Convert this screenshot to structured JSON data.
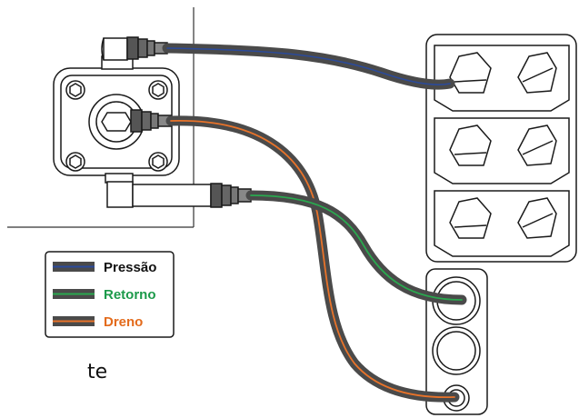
{
  "legend": {
    "items": [
      {
        "label": "Pressão",
        "text_color": "#111111",
        "stripe_color": "#2b4a9a"
      },
      {
        "label": "Retorno",
        "text_color": "#1c9a4a",
        "stripe_color": "#2aa84f"
      },
      {
        "label": "Dreno",
        "text_color": "#e36b1c",
        "stripe_color": "#e8732a"
      }
    ]
  },
  "caption": {
    "text": "te"
  },
  "colors": {
    "hose_body": "#4a4a4a",
    "outline": "#1a1a1a",
    "panel_fill": "#ffffff"
  }
}
